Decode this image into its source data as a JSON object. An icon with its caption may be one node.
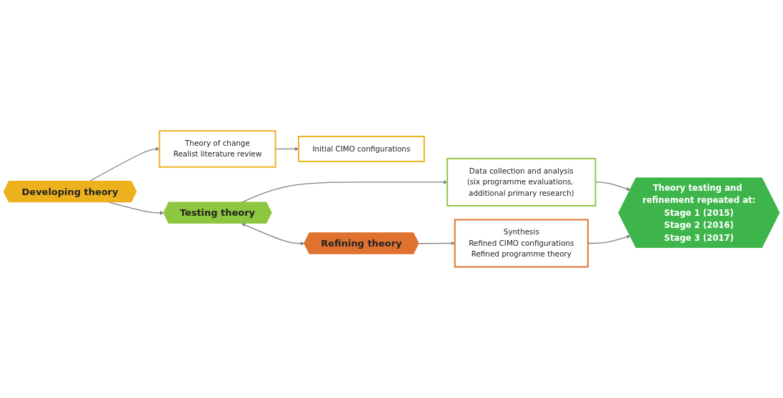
{
  "diagram": {
    "nodes": [
      {
        "text": [
          "Developing theory"
        ]
      },
      {
        "text": [
          "Theory of change",
          "Realist literature review"
        ]
      },
      {
        "text": [
          "Initial CIMO configurations"
        ]
      },
      {
        "text": [
          "Testing theory"
        ]
      },
      {
        "text": [
          "Data collection and analysis",
          "(six programme evaluations, additional primary research)"
        ]
      },
      {
        "text": [
          "Refining theory"
        ]
      },
      {
        "text": [
          "Synthesis",
          "Refined CIMO configurations",
          "Refined programme theory"
        ]
      },
      {
        "text": [
          "Theory testing and refinement repeated at:",
          "Stage 1 (2015)",
          "Stage 2 (2016)",
          "Stage 3 (2017)"
        ]
      }
    ],
    "edges": [
      {
        "from": 0,
        "to": 1,
        "arrow": "to"
      },
      {
        "from": 1,
        "to": 2,
        "arrow": "to"
      },
      {
        "from": 0,
        "to": 3,
        "arrow": "to"
      },
      {
        "from": 3,
        "to": 4,
        "arrow": "to"
      },
      {
        "from": 3,
        "to": 5,
        "arrow": "both"
      },
      {
        "from": 5,
        "to": 6,
        "arrow": "to"
      },
      {
        "from": 4,
        "to": 7,
        "arrow": "to"
      },
      {
        "from": 6,
        "to": 7,
        "arrow": "to"
      }
    ]
  }
}
